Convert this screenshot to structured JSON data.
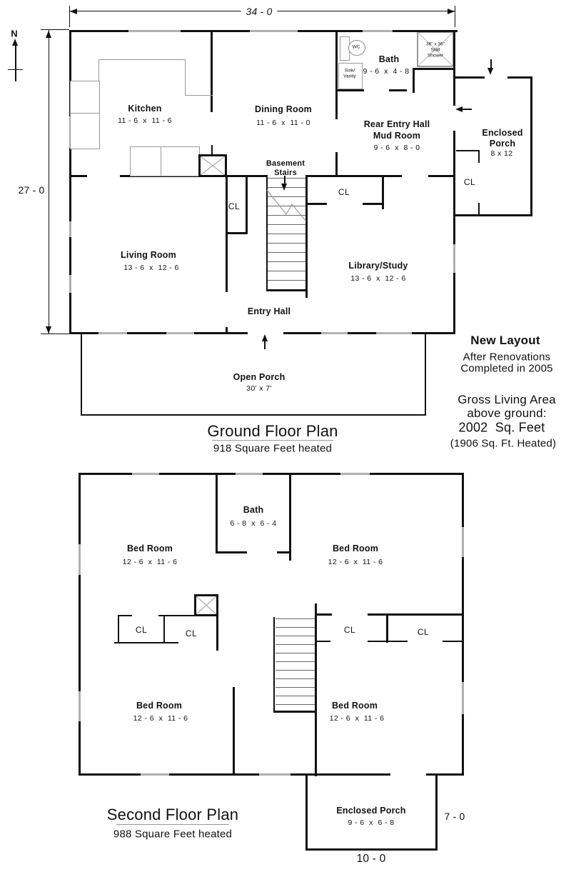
{
  "labels": {
    "closet": "CL"
  },
  "colors": {
    "wall": "#111111",
    "window_marker": "#b0b0b0",
    "fixture_line": "#999999"
  },
  "ground_floor": {
    "dim_top": "34 - 0",
    "dim_left": "27 - 0",
    "north": "N",
    "kitchen": {
      "name": "Kitchen",
      "dims": "11 - 6  x  11 - 6"
    },
    "dining_room": {
      "name": "Dining Room",
      "dims": "11 - 6  x  11 - 0"
    },
    "bath": {
      "name": "Bath",
      "dims": "9 - 6  x  4 - 8"
    },
    "rear_entry": {
      "line1": "Rear Entry Hall",
      "line2": "Mud Room",
      "dims": "9 - 6  x  8 - 0"
    },
    "enclosed_porch": {
      "line1": "Enclosed",
      "line2": "Porch",
      "dims": "8 x 12"
    },
    "living_room": {
      "name": "Living Room",
      "dims": "13 - 6  x  12 - 6"
    },
    "library": {
      "name": "Library/Study",
      "dims": "13 - 6  x  12 - 6"
    },
    "entry_hall": "Entry Hall",
    "basement_stairs": {
      "line1": "Basement",
      "line2": "Stairs"
    },
    "open_porch": {
      "name": "Open Porch",
      "dims": "30' x 7'"
    },
    "fixtures": {
      "wc": "WC",
      "sink_line1": "Sink/",
      "sink_line2": "Vanity",
      "shower_line1": "36\" x 36\"",
      "shower_line2": "Stall",
      "shower_line3": "Shower"
    },
    "title": "Ground Floor Plan",
    "subtitle": "918 Square Feet heated"
  },
  "annotations": {
    "layout_line1": "New Layout",
    "layout_line2": "After Renovations",
    "layout_line3": "Completed in 2005",
    "gross_line1": "Gross Living Area",
    "gross_line2": "above ground:",
    "gross_line3": "2002  Sq. Feet",
    "gross_line4": "(1906 Sq. Ft. Heated)"
  },
  "second_floor": {
    "bath": {
      "name": "Bath",
      "dims": "6 - 8  x  6 - 4"
    },
    "bedrooms": [
      {
        "name": "Bed Room",
        "dims": "12 - 6  x  11 - 6"
      },
      {
        "name": "Bed Room",
        "dims": "12 - 6  x  11 - 6"
      },
      {
        "name": "Bed Room",
        "dims": "12 - 6  x  11 - 6"
      },
      {
        "name": "Bed Room",
        "dims": "12 - 6  x  11 - 6"
      }
    ],
    "enclosed_porch": {
      "name": "Enclosed Porch",
      "dims": "9 - 6  x  6 - 8"
    },
    "dim_right": "7 - 0",
    "dim_bottom": "10 - 0",
    "title": "Second Floor Plan",
    "subtitle": "988 Square Feet heated"
  }
}
